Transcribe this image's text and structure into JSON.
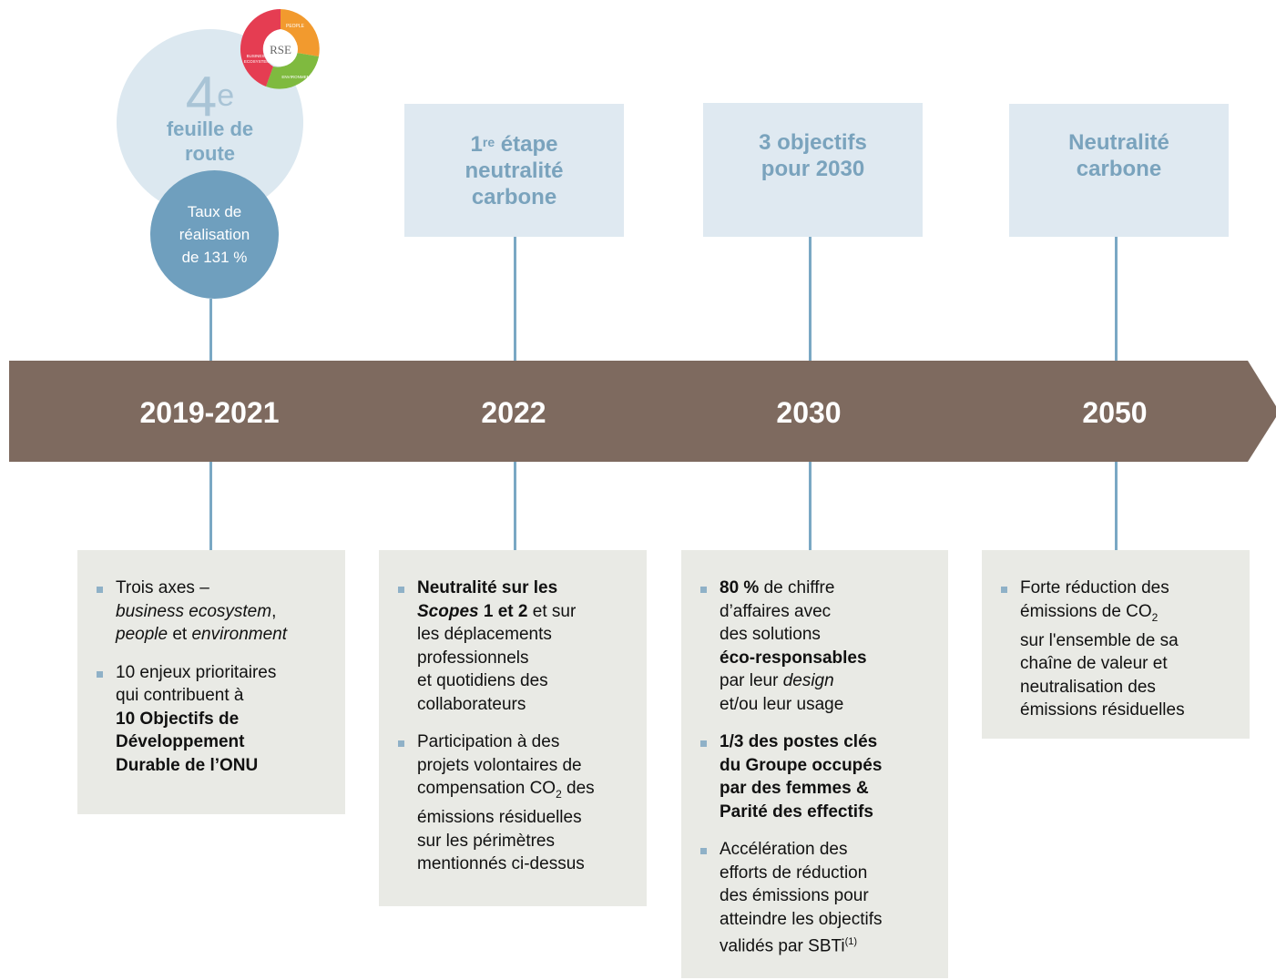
{
  "roadmap": {
    "number": "4",
    "suffix": "e",
    "label_line1": "feuille de",
    "label_line2": "route",
    "rate_line1": "Taux de",
    "rate_line2": "réalisation",
    "rate_line3": "de 131 %"
  },
  "rse_logo": {
    "center": "RSE",
    "people": "PEOPLE",
    "business_line1": "BUSINESS",
    "business_line2": "ECOSYSTEM",
    "environment": "ENVIRONMENT"
  },
  "milestones": [
    {
      "year": "2019-2021"
    },
    {
      "year": "2022",
      "top_sup": "re",
      "top_line1_num": "1",
      "top_line1_rest": " étape",
      "top_line2": "neutralité",
      "top_line3": "carbone"
    },
    {
      "year": "2030",
      "top_line1": "3 objectifs",
      "top_line2": "pour 2030"
    },
    {
      "year": "2050",
      "top_line1": "Neutralité",
      "top_line2": "carbone"
    }
  ],
  "box1": {
    "b1_line1": "Trois axes –",
    "b1_line2_i": "business ecosystem",
    "b1_line2_rest": ",",
    "b1_line3_i1": "people",
    "b1_line3_mid": " et ",
    "b1_line3_i2": "environment",
    "b2_line1": "10 enjeux prioritaires",
    "b2_line2": "qui contribuent à",
    "b2_line3": "10 Objectifs de",
    "b2_line4": "Développement",
    "b2_line5": "Durable de l’ONU"
  },
  "box2": {
    "b1_line1": "Neutralité sur les",
    "b1_line2_bi": "Scopes",
    "b1_line2_b": " 1 et 2",
    "b1_line2_rest": " et sur",
    "b1_line3": "les déplacements",
    "b1_line4": "professionnels",
    "b1_line5": "et quotidiens des",
    "b1_line6": "collaborateurs",
    "b2_line1": "Participation à des",
    "b2_line2": "projets volontaires de",
    "b2_line3_pre": "compensation CO",
    "b2_line3_sub": "2",
    "b2_line3_post": " des",
    "b2_line4": "émissions résiduelles",
    "b2_line5": "sur les périmètres",
    "b2_line6": "mentionnés ci-dessus"
  },
  "box3": {
    "b1_line1_b": "80 %",
    "b1_line1_rest": " de chiffre",
    "b1_line2": "d’affaires avec",
    "b1_line3": "des solutions",
    "b1_line4": "éco-responsables",
    "b1_line5_pre": "par leur ",
    "b1_line5_i": "design",
    "b1_line6": "et/ou leur usage",
    "b2_line1": "1/3 des postes clés",
    "b2_line2": "du Groupe occupés",
    "b2_line3": "par des femmes &",
    "b2_line4": "Parité des effectifs",
    "b3_line1": "Accélération des",
    "b3_line2": "efforts de réduction",
    "b3_line3": "des émissions pour",
    "b3_line4": "atteindre les objectifs",
    "b3_line5_pre": "validés par SBTi",
    "b3_line5_sup": "(1)"
  },
  "box4": {
    "b1_line1": "Forte réduction des",
    "b1_line2_pre": "émissions de CO",
    "b1_line2_sub": "2",
    "b1_line3": "sur l'ensemble de sa",
    "b1_line4": "chaîne de valeur et",
    "b1_line5": "neutralisation des",
    "b1_line6": "émissions résiduelles"
  },
  "colors": {
    "bar": "#7e6a5f",
    "connector": "#7aa8c4",
    "top_box_bg": "#dfe9f1",
    "top_box_text": "#7aa3bd",
    "bottom_box_bg": "#e9eae5",
    "bullet": "#8fb1c7",
    "circle_light": "#dce8f0",
    "circle_dark": "#6f9fbe",
    "logo_orange": "#f29a2e",
    "logo_green": "#7fba3f",
    "logo_red": "#e53d52"
  }
}
